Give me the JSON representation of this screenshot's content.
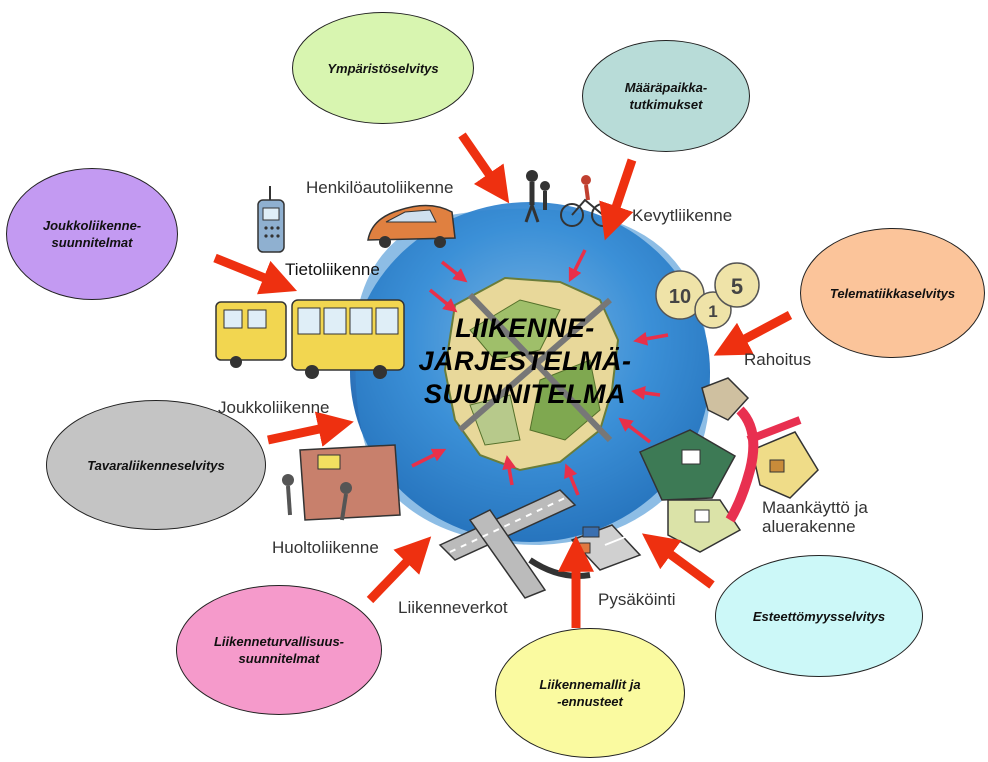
{
  "center_title": "LIIKENNE-\nJÄRJESTELMÄ-\nSUUNNITELMA",
  "bubbles": {
    "ymparisto": {
      "text": "Ympäristöselvitys",
      "color": "#d8f5b0"
    },
    "maarapaikka": {
      "text": "Määräpaikka-\ntutkimukset",
      "color": "#b8dcd8"
    },
    "joukkoliikenne": {
      "text": "Joukkoliikenne-\nsuunnitelmat",
      "color": "#c39af2"
    },
    "telematiikka": {
      "text": "Telematiikkaselvitys",
      "color": "#fbc49a"
    },
    "tavaraliikenne": {
      "text": "Tavaraliikenneselvitys",
      "color": "#c4c4c4"
    },
    "esteettomyys": {
      "text": "Esteettömyysselvitys",
      "color": "#ccf8f8"
    },
    "liikenneturvallisuus": {
      "text": "Liikenneturvallisuus-\nsuunnitelmat",
      "color": "#f59acb"
    },
    "liikennemallit": {
      "text": "Liikennemallit ja\n-ennusteet",
      "color": "#fafaa0"
    }
  },
  "labels": {
    "henkiloauto": "Henkilöautoliikenne",
    "kevyt": "Kevytliikenne",
    "tieto": "Tietoliikenne",
    "rahoitus": "Rahoitus",
    "joukko": "Joukkoliikenne",
    "maankaytto": "Maankäyttö ja\naluerakenne",
    "huolto": "Huoltoliikenne",
    "verkot": "Liikenneverkot",
    "pysakointi": "Pysäköinti"
  },
  "coins": [
    "10",
    "1",
    "5"
  ],
  "colors": {
    "arrow": "#ee3010",
    "small_arrow": "#e8304a",
    "globe": "#2f86d0",
    "globe_dark": "#1e5fa8"
  }
}
